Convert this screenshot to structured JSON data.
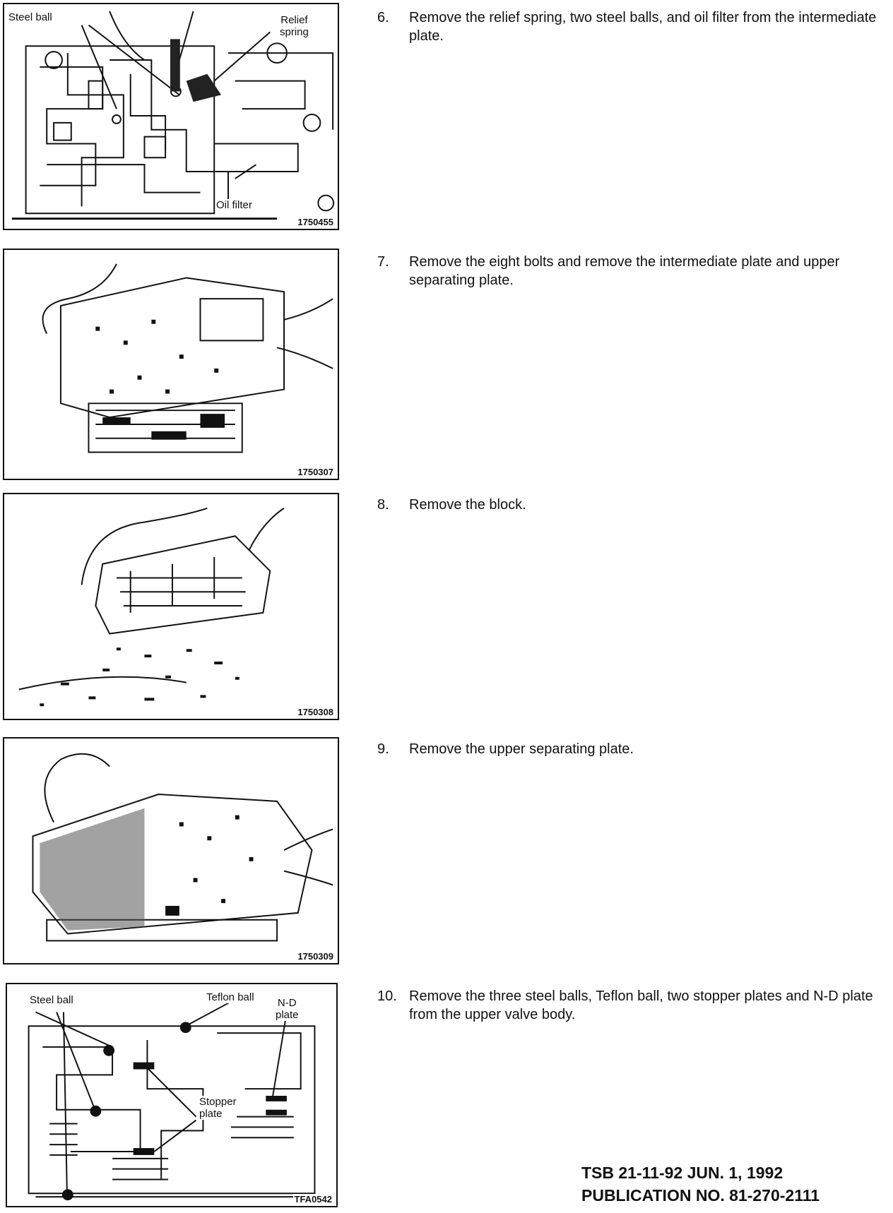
{
  "figures": [
    {
      "id": "1750455",
      "labels": {
        "steel_ball": "Steel ball",
        "relief_spring": "Relief\nspring",
        "oil_filter": "Oil filter"
      }
    },
    {
      "id": "1750307"
    },
    {
      "id": "1750308"
    },
    {
      "id": "1750309"
    },
    {
      "id": "TFA0542",
      "labels": {
        "steel_ball": "Steel ball",
        "teflon_ball": "Teflon ball",
        "nd_plate": "N-D\nplate",
        "stopper_plate": "Stopper\nplate"
      }
    }
  ],
  "steps": [
    {
      "number": "6.",
      "text": "Remove the relief spring, two steel balls, and oil filter from the intermediate plate."
    },
    {
      "number": "7.",
      "text": "Remove the eight bolts and remove the intermediate plate and upper separating plate."
    },
    {
      "number": "8.",
      "text": "Remove the block."
    },
    {
      "number": "9.",
      "text": "Remove the upper separating plate."
    },
    {
      "number": "10.",
      "text": "Remove the three steel balls, Teflon ball, two stopper plates and N-D plate from the upper valve body."
    }
  ],
  "footer": {
    "tsb": "TSB 21-11-92  JUN. 1, 1992",
    "publication": "PUBLICATION NO. 81-270-2111"
  }
}
